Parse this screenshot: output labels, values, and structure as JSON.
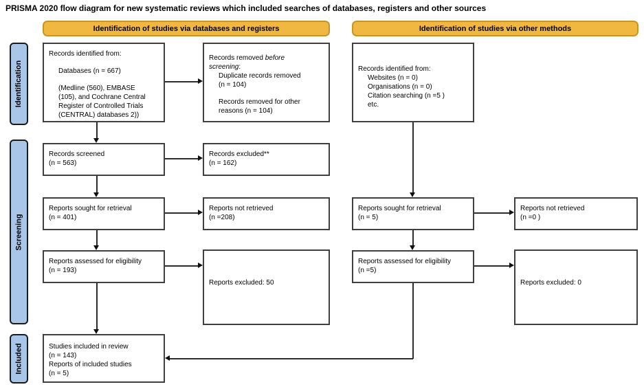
{
  "title": "PRISMA 2020 flow diagram for new systematic reviews which included searches of databases, registers and other sources",
  "banners": {
    "databases": "Identification of studies via databases and registers",
    "other": "Identification of studies via other methods"
  },
  "sidebar": {
    "identification": "Identification",
    "screening": "Screening",
    "included": "Included"
  },
  "colors": {
    "banner_fill": "#F0B840",
    "banner_border": "#C6952A",
    "sidebar_fill": "#A9C6E8",
    "box_border": "#3f3f3f"
  },
  "boxes": {
    "records_identified_db": {
      "heading": "Records identified from:",
      "databases": "Databases (n = 667)",
      "detail_lines": [
        "(Medline (560), EMBASE",
        "(105), and Cochrane Central",
        "Register of Controlled Trials",
        "(CENTRAL) databases 2))"
      ]
    },
    "records_removed": {
      "prefix": "Records removed ",
      "italic1": "before",
      "italic2": "screening",
      "colon": ":",
      "duplicate_lines": [
        "Duplicate records removed",
        "(n = 104)"
      ],
      "other_lines": [
        "Records removed for other",
        "reasons (n = 104)"
      ]
    },
    "records_identified_other": {
      "heading": "Records identified from:",
      "lines": [
        "Websites (n = 0)",
        "Organisations (n = 0)",
        "Citation searching (n =5 )",
        "etc."
      ]
    },
    "records_screened": {
      "lines": [
        "Records screened",
        "(n = 563)"
      ]
    },
    "records_excluded": {
      "lines": [
        "Records excluded**",
        "(n = 162)"
      ]
    },
    "reports_sought_db": {
      "lines": [
        "Reports sought for retrieval",
        "(n = 401)"
      ]
    },
    "reports_not_retrieved_db": {
      "lines": [
        "Reports not retrieved",
        "(n =208)"
      ]
    },
    "reports_sought_other": {
      "lines": [
        "Reports sought for retrieval",
        "(n = 5)"
      ]
    },
    "reports_not_retrieved_other": {
      "lines": [
        "Reports not retrieved",
        "(n =0 )"
      ]
    },
    "reports_assessed_db": {
      "lines": [
        "Reports assessed for eligibility",
        "(n = 193)"
      ]
    },
    "reports_excluded_db": {
      "line": "Reports excluded: 50"
    },
    "reports_assessed_other": {
      "lines": [
        "Reports assessed for eligibility",
        "(n =5)"
      ]
    },
    "reports_excluded_other": {
      "line": "Reports excluded: 0"
    },
    "included_studies": {
      "lines": [
        "Studies included in review",
        "(n = 143)",
        "Reports of included studies",
        "(n = 5)"
      ]
    }
  }
}
